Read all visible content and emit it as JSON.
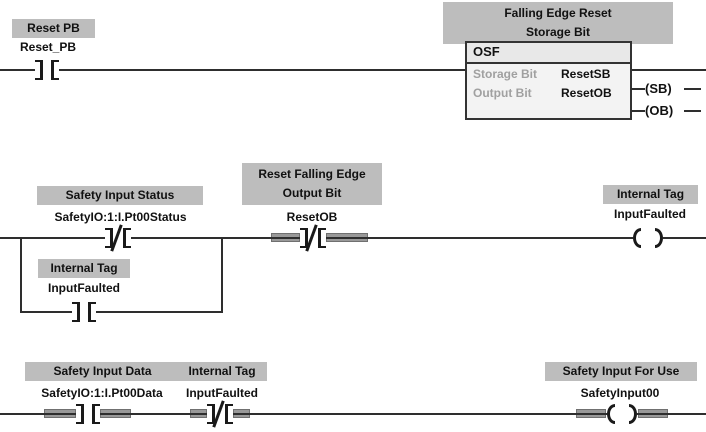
{
  "rung1": {
    "desc": "Reset PB",
    "tag": "Reset_PB",
    "block": {
      "desc_line1": "Falling Edge Reset",
      "desc_line2": "Storage Bit",
      "title": "OSF",
      "params": [
        {
          "label": "Storage Bit",
          "value": "ResetSB"
        },
        {
          "label": "Output Bit",
          "value": "ResetOB"
        }
      ],
      "pin_sb": "(SB)",
      "pin_ob": "(OB)"
    }
  },
  "rung2": {
    "input1": {
      "desc": "Safety Input Status",
      "tag": "SafetyIO:1:I.Pt00Status"
    },
    "branch": {
      "desc": "Internal Tag",
      "tag": "InputFaulted"
    },
    "input2": {
      "desc_line1": "Reset Falling Edge",
      "desc_line2": "Output Bit",
      "tag": "ResetOB"
    },
    "output": {
      "desc": "Internal Tag",
      "tag": "InputFaulted"
    }
  },
  "rung3": {
    "input1": {
      "desc": "Safety Input Data",
      "tag": "SafetyIO:1:I.Pt00Data"
    },
    "input2": {
      "desc": "Internal Tag",
      "tag": "InputFaulted"
    },
    "output": {
      "desc": "Safety Input For Use",
      "tag": "SafetyInput00"
    }
  },
  "colors": {
    "wire": "#2e2e2e",
    "sym": "#1a1a1a",
    "labelbox": "#bdbdbd",
    "blockheader": "#e8e8e8",
    "blockbody": "#f3f3f3",
    "blockborder": "#333333",
    "paramlabel": "#a0a0a0",
    "hbar": "#999999",
    "hbarborder": "#707070",
    "text": "#111111"
  }
}
